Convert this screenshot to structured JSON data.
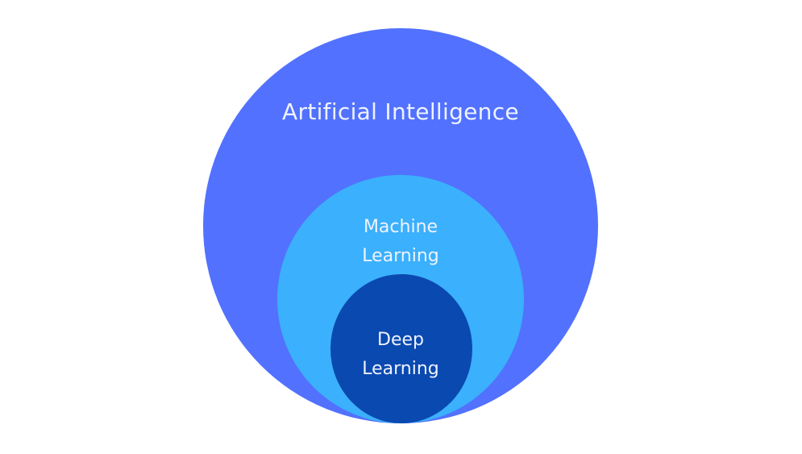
{
  "diagram": {
    "type": "nested-venn",
    "circles": [
      {
        "id": "ai",
        "label": "Artificial Intelligence",
        "color": "#5271fe"
      },
      {
        "id": "ml",
        "label_lines": [
          "Machine",
          "Learning"
        ],
        "color": "#3bb0fc"
      },
      {
        "id": "dl",
        "label_lines": [
          "Deep",
          "Learning"
        ],
        "color": "#0a49b0"
      }
    ],
    "text_color": "#eef3ff"
  }
}
